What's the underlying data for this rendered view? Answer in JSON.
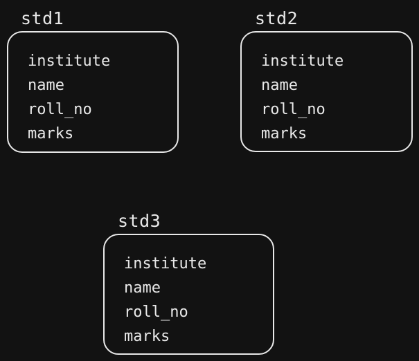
{
  "objects": [
    {
      "title": "std1",
      "fields": [
        "institute",
        "name",
        "roll_no",
        "marks"
      ]
    },
    {
      "title": "std2",
      "fields": [
        "institute",
        "name",
        "roll_no",
        "marks"
      ]
    },
    {
      "title": "std3",
      "fields": [
        "institute",
        "name",
        "roll_no",
        "marks"
      ]
    }
  ]
}
